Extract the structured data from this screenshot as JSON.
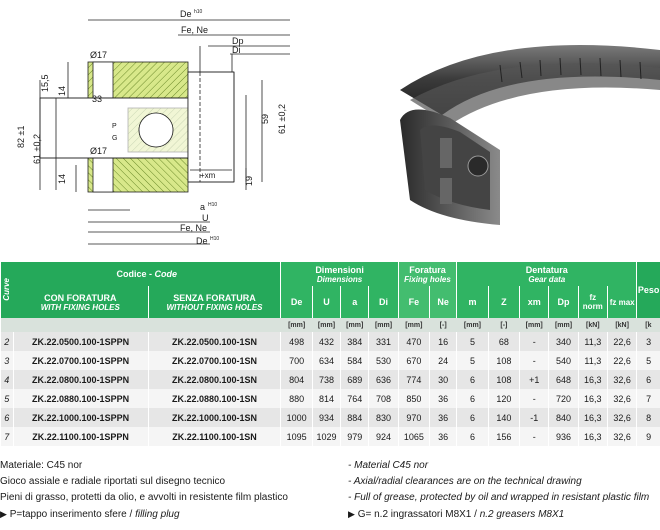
{
  "drawing": {
    "dims": {
      "De_top": "De",
      "De_sup": "h10",
      "Fe_Ne_top": "Fe, Ne",
      "Dp": "Dp",
      "Di": "Di",
      "phi17_top": "Ø17",
      "d15_5": "15,5",
      "d33": "33",
      "d82": "82 ±1",
      "d61_left": "61 ±0,2",
      "d14_top": "14",
      "d14_bot": "14",
      "P": "P",
      "G": "G",
      "phi17_bot": "Ø17",
      "d59": "59",
      "d61_right": "61 ±0,2",
      "xm": "+xm",
      "d19": "19",
      "a": "a",
      "a_sup": "H10",
      "U": "U",
      "Fe_Ne_bot": "Fe, Ne",
      "De_bot": "De",
      "De_bot_sup": "H10"
    }
  },
  "table": {
    "header": {
      "curve": "Curve",
      "codice": "Codice - ",
      "code": "Code",
      "con_foratura": "CON FORATURA",
      "with_holes": "WITH FIXING HOLES",
      "senza_foratura": "SENZA FORATURA",
      "without_holes": "WITHOUT FIXING HOLES",
      "dimensioni": "Dimensioni",
      "dimensions": "Dimensions",
      "foratura": "Foratura",
      "fixing_holes": "Fixing holes",
      "dentatura": "Dentatura",
      "gear_data": "Gear data",
      "peso": "Peso",
      "columns": [
        "De",
        "U",
        "a",
        "Di",
        "Fe",
        "Ne",
        "m",
        "Z",
        "xm",
        "Dp",
        "fz norm",
        "fz max"
      ],
      "units": [
        "[mm]",
        "[mm]",
        "[mm]",
        "[mm]",
        "[mm]",
        "[-]",
        "[mm]",
        "[-]",
        "[mm]",
        "[mm]",
        "[kN]",
        "[kN]",
        "[k"
      ]
    },
    "rows": [
      {
        "curve": "2",
        "with": "ZK.22.0500.100-1SPPN",
        "without": "ZK.22.0500.100-1SN",
        "De": "498",
        "U": "432",
        "a": "384",
        "Di": "331",
        "Fe": "470",
        "Ne": "16",
        "m": "5",
        "Z": "68",
        "xm": "-",
        "Dp": "340",
        "fzn": "11,3",
        "fzm": "22,6",
        "peso": "3"
      },
      {
        "curve": "3",
        "with": "ZK.22.0700.100-1SPPN",
        "without": "ZK.22.0700.100-1SN",
        "De": "700",
        "U": "634",
        "a": "584",
        "Di": "530",
        "Fe": "670",
        "Ne": "24",
        "m": "5",
        "Z": "108",
        "xm": "-",
        "Dp": "540",
        "fzn": "11,3",
        "fzm": "22,6",
        "peso": "5"
      },
      {
        "curve": "4",
        "with": "ZK.22.0800.100-1SPPN",
        "without": "ZK.22.0800.100-1SN",
        "De": "804",
        "U": "738",
        "a": "689",
        "Di": "636",
        "Fe": "774",
        "Ne": "30",
        "m": "6",
        "Z": "108",
        "xm": "+1",
        "Dp": "648",
        "fzn": "16,3",
        "fzm": "32,6",
        "peso": "6"
      },
      {
        "curve": "5",
        "with": "ZK.22.0880.100-1SPPN",
        "without": "ZK.22.0880.100-1SN",
        "De": "880",
        "U": "814",
        "a": "764",
        "Di": "708",
        "Fe": "850",
        "Ne": "36",
        "m": "6",
        "Z": "120",
        "xm": "-",
        "Dp": "720",
        "fzn": "16,3",
        "fzm": "32,6",
        "peso": "7"
      },
      {
        "curve": "6",
        "with": "ZK.22.1000.100-1SPPN",
        "without": "ZK.22.1000.100-1SN",
        "De": "1000",
        "U": "934",
        "a": "884",
        "Di": "830",
        "Fe": "970",
        "Ne": "36",
        "m": "6",
        "Z": "140",
        "xm": "-1",
        "Dp": "840",
        "fzn": "16,3",
        "fzm": "32,6",
        "peso": "8"
      },
      {
        "curve": "7",
        "with": "ZK.22.1100.100-1SPPN",
        "without": "ZK.22.1100.100-1SN",
        "De": "1095",
        "U": "1029",
        "a": "979",
        "Di": "924",
        "Fe": "1065",
        "Ne": "36",
        "m": "6",
        "Z": "156",
        "xm": "-",
        "Dp": "936",
        "fzn": "16,3",
        "fzm": "32,6",
        "peso": "9"
      }
    ]
  },
  "notes": {
    "n1_it": "Materiale: C45 nor",
    "n1_en": "- Material C45 nor",
    "n2_it": "Gioco assiale e radiale riportati sul disegno tecnico",
    "n2_en": "- Axial/radial clearances are on the technical drawing",
    "n3_it": "Pieni di grasso, protetti da olio, e avvolti in resistente film plastico",
    "n3_en": "- Full of grease, protected by oil and wrapped in resistant plastic film",
    "n4_it": "P=tappo  inserimento sfere / ",
    "n4_it_em": "filling plug",
    "n4_g": "G= n.2 ingrassatori M8X1 / ",
    "n4_g_em": "n.2 greasers M8X1"
  }
}
